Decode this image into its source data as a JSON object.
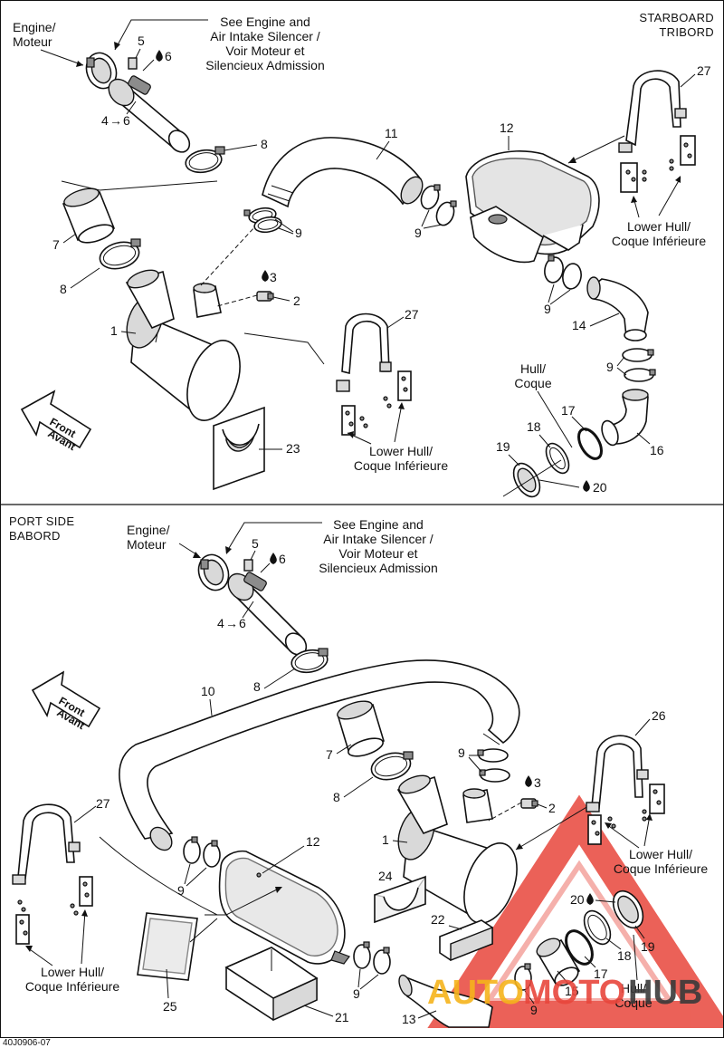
{
  "starboard": {
    "header_l1": "STARBOARD",
    "header_l2": "TRIBORD",
    "engine_l1": "Engine/",
    "engine_l2": "Moteur",
    "see_l1": "See Engine and",
    "see_l2": "Air Intake Silencer /",
    "see_l3": "Voir Moteur et",
    "see_l4": "Silencieux Admission",
    "hull_a_l1": "Lower Hull/",
    "hull_a_l2": "Coque Inférieure",
    "hull_b_l1": "Lower Hull/",
    "hull_b_l2": "Coque Inférieure",
    "hull_l1": "Hull/",
    "hull_l2": "Coque",
    "front_l1": "Front",
    "front_l2": "Avant",
    "n5": "5",
    "n6": "6",
    "n4_6": "4",
    "n4_6b": "6",
    "n8a": "8",
    "n7": "7",
    "n8b": "8",
    "n1": "1",
    "n11": "11",
    "n12": "12",
    "n9a": "9",
    "n9b": "9",
    "n9c": "9",
    "n9d": "9",
    "n3": "3",
    "n2": "2",
    "n27a": "27",
    "n27b": "27",
    "n14": "14",
    "n23": "23",
    "n17": "17",
    "n18": "18",
    "n19": "19",
    "n16": "16",
    "n20": "20"
  },
  "port": {
    "header_l1": "PORT SIDE",
    "header_l2": "BABORD",
    "engine_l1": "Engine/",
    "engine_l2": "Moteur",
    "see_l1": "See Engine and",
    "see_l2": "Air Intake Silencer /",
    "see_l3": "Voir Moteur et",
    "see_l4": "Silencieux Admission",
    "hull_a_l1": "Lower Hull/",
    "hull_a_l2": "Coque Inférieure",
    "hull_b_l1": "Lower Hull/",
    "hull_b_l2": "Coque Inférieure",
    "hull_l1": "Hull/",
    "hull_l2": "Coque",
    "front_l1": "Front",
    "front_l2": "Avant",
    "n5": "5",
    "n6": "6",
    "n4_6": "4",
    "n4_6b": "6",
    "n8a": "8",
    "n10": "10",
    "n7": "7",
    "n8b": "8",
    "n9a": "9",
    "n3": "3",
    "n2": "2",
    "n1": "1",
    "n26": "26",
    "n27": "27",
    "n12": "12",
    "n9b": "9",
    "n24": "24",
    "n22": "22",
    "n20": "20",
    "n19": "19",
    "n18": "18",
    "n17": "17",
    "n15": "15",
    "n9c": "9",
    "n25": "25",
    "n21": "21",
    "n13": "13"
  },
  "footer_code": "40J0906-07",
  "watermark": {
    "text_a": "AUTO",
    "text_b": "MOTO",
    "text_c": "HUB",
    "color_red": "#e8463c",
    "color_yellow": "#f6b41c",
    "color_dark": "#3a3a3a"
  }
}
